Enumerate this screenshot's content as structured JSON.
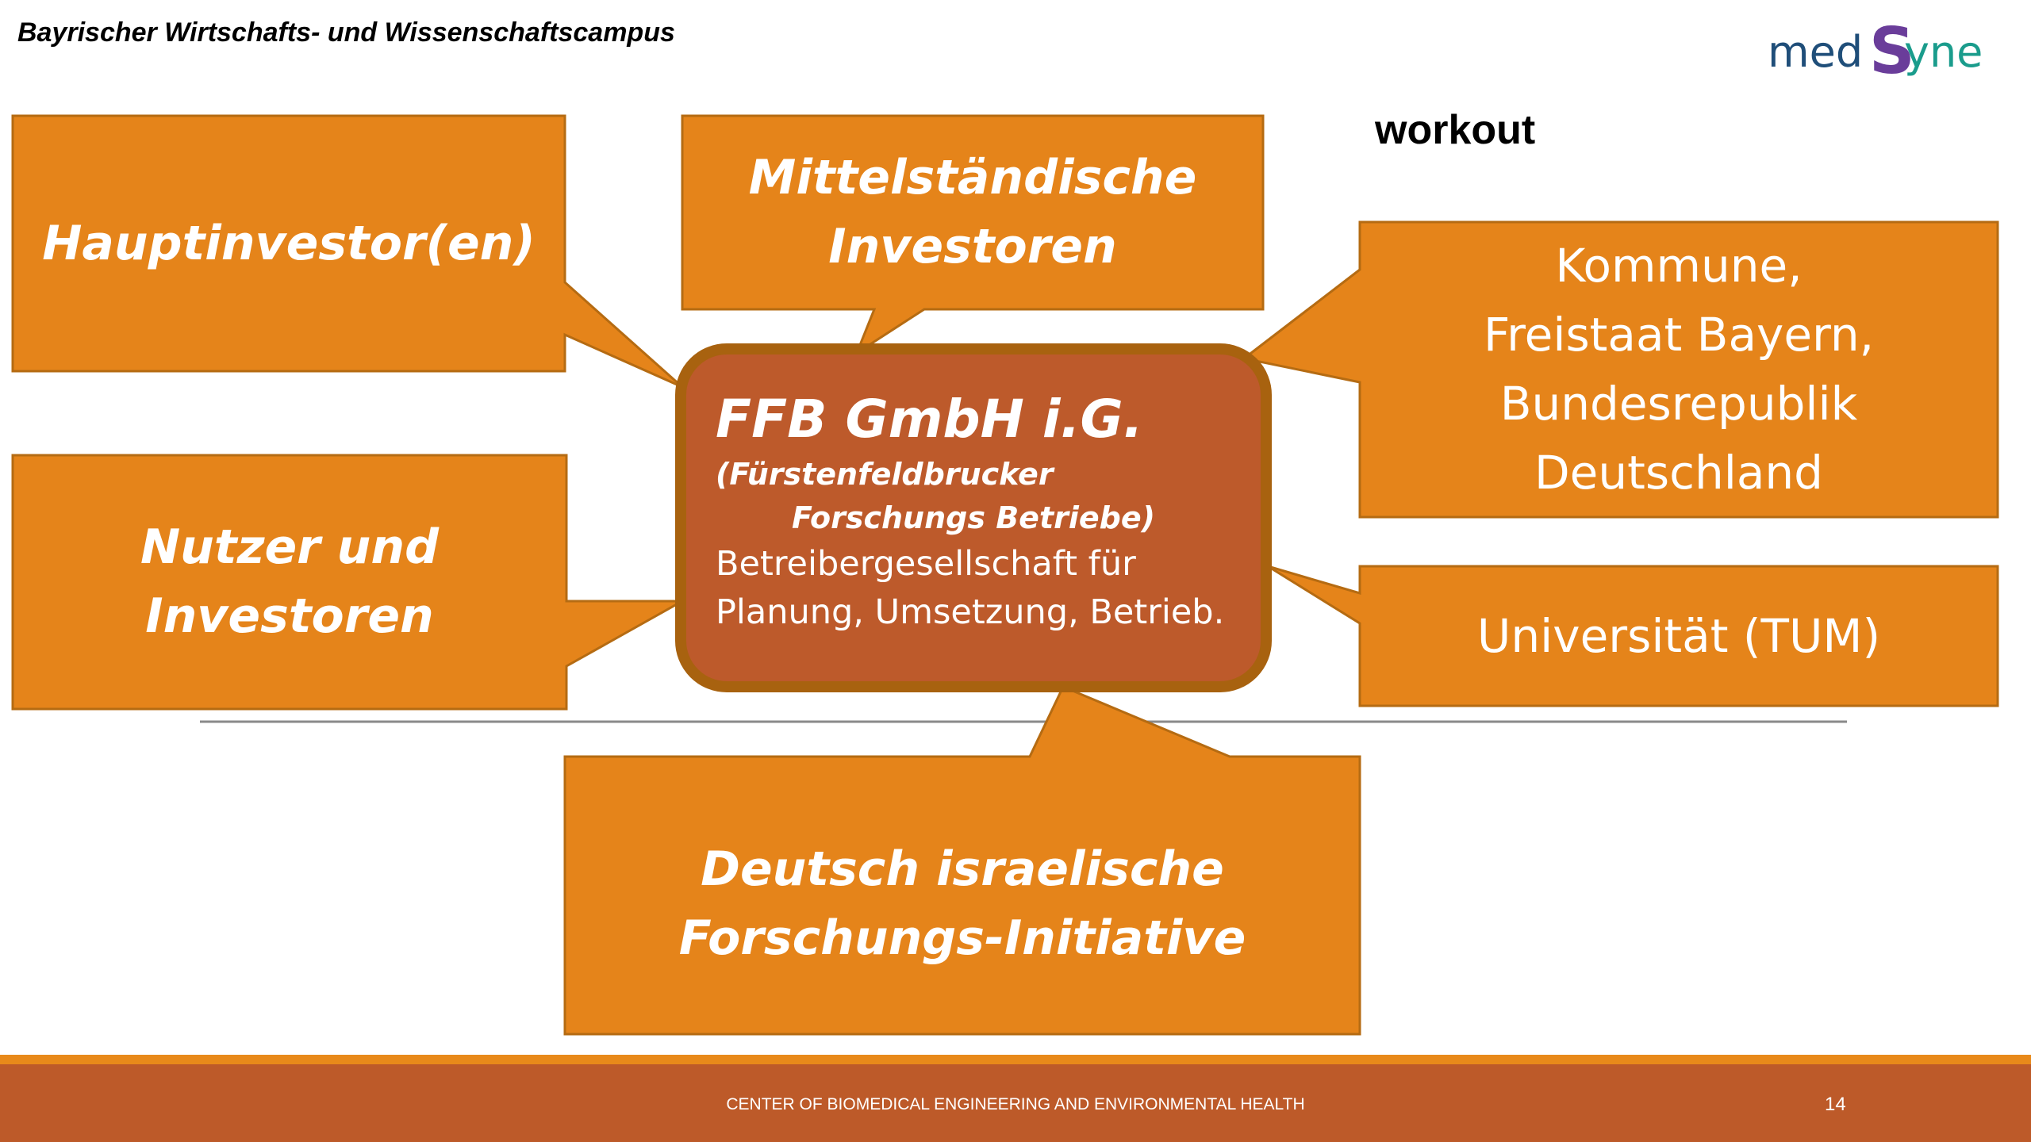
{
  "header": {
    "title": "Bayrischer Wirtschafts- und Wissenschaftscampus",
    "logo_text_left": "med",
    "logo_text_s": "S",
    "logo_text_right": "yne",
    "logo_colors": {
      "med": "#1f4e79",
      "s": "#6a3d9a",
      "yne": "#1a9c8c"
    }
  },
  "workout_label": "workout",
  "center": {
    "title": "FFB GmbH i.G.",
    "subtitle_line1": "(Fürstenfeldbrucker",
    "subtitle_line2": "Forschungs Betriebe)",
    "body": "Betreibergesellschaft für\nPlanung, Umsetzung, Betrieb."
  },
  "boxes": {
    "hauptinvestor": "Hauptinvestor(en)",
    "mittelstaendische": "Mittelständische\nInvestoren",
    "kommune": "Kommune,\nFreistaat Bayern,\nBundesrepublik\nDeutschland",
    "nutzer": "Nutzer und\nInvestoren",
    "universitaet": "Universität (TUM)",
    "deutsch_israelische": "Deutsch israelische\nForschungs-Initiative"
  },
  "colors": {
    "box_fill": "#e5841a",
    "box_border": "#b56b12",
    "center_fill": "#bd5a2b",
    "center_border": "#a8620f",
    "footer_bar": "#bd5a29",
    "footer_accent": "#e8891a"
  },
  "footer": {
    "text": "CENTER OF BIOMEDICAL ENGINEERING AND ENVIRONMENTAL HEALTH",
    "page_number": "14"
  }
}
